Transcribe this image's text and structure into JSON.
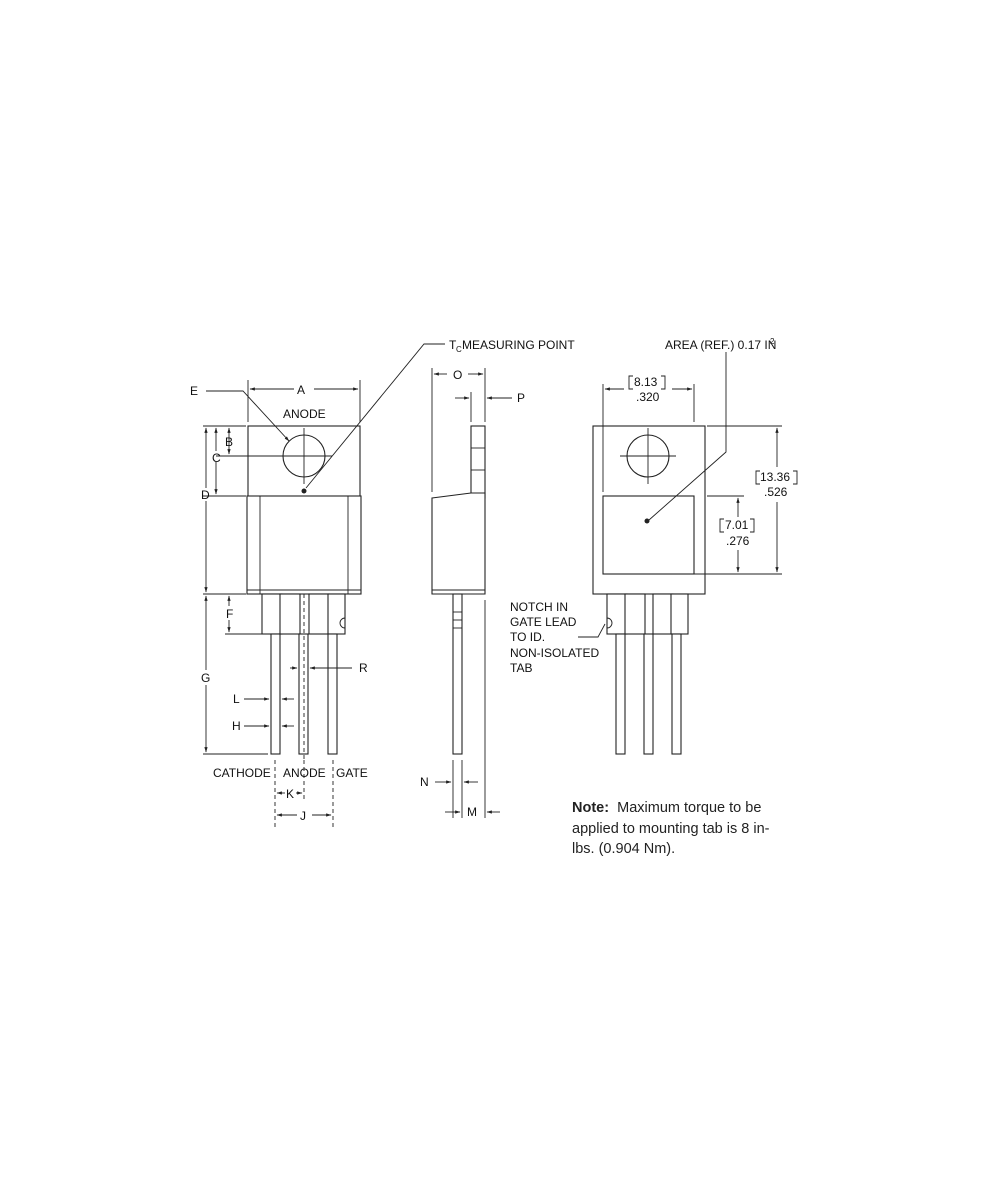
{
  "labels": {
    "A": "A",
    "B": "B",
    "C": "C",
    "D": "D",
    "E": "E",
    "F": "F",
    "G": "G",
    "H": "H",
    "J": "J",
    "K": "K",
    "L": "L",
    "M": "M",
    "N": "N",
    "O": "O",
    "P": "P",
    "R": "R"
  },
  "front_view": {
    "anode_top": "ANODE",
    "pins": [
      "CATHODE",
      "ANODE",
      "GATE"
    ]
  },
  "measuring_point": {
    "prefix": "T",
    "subscript": "C",
    "text": "MEASURING POINT"
  },
  "back_view": {
    "area": "AREA (REF.) 0.17 IN",
    "area_sup": "2",
    "dim_width": {
      "mm": "8.13",
      "in": ".320"
    },
    "dim_height": {
      "mm": "13.36",
      "in": ".526"
    },
    "dim_pad": {
      "mm": "7.01",
      "in": ".276"
    },
    "notch_text": [
      "NOTCH IN",
      "GATE LEAD",
      "TO ID.",
      "NON-ISOLATED",
      "TAB"
    ]
  },
  "note": {
    "title": "Note:",
    "text": "Maximum torque to be applied to mounting tab is 8 in-lbs. (0.904 Nm)."
  }
}
